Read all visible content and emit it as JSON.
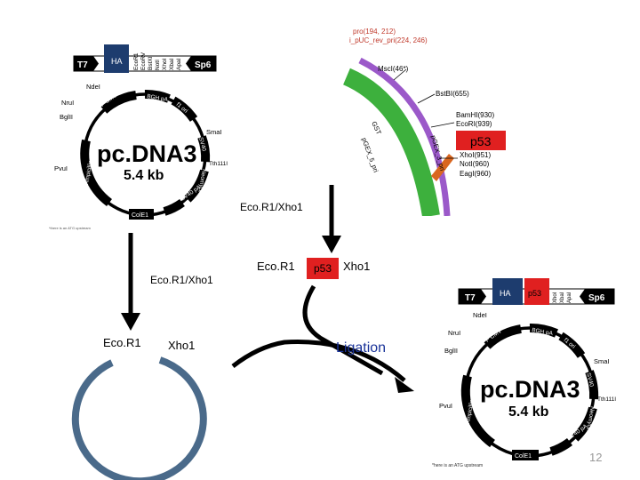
{
  "top_plasmid": {
    "name": "pc.DNA3",
    "size": "5.4 kb",
    "mcs_left": "T7",
    "mcs_tag": "HA",
    "mcs_right": "Sp6",
    "mcs_sites": [
      "EcoR1",
      "EcoRV",
      "BstXI",
      "NotI",
      "XhoI",
      "XbaI",
      "ApaI"
    ],
    "features": {
      "ndei": "NdeI",
      "nrui": "NruI",
      "bglii": "BglII",
      "pvui": "PvuI",
      "pcmv": "P CMV",
      "bgh": "BGH pA",
      "f1ori": "f1 ori",
      "sv40": "SV40",
      "smai": "SmaI",
      "neomycin": "Neomycin",
      "tth": "Tth111I",
      "sv40pa": "SV40 pA",
      "cole1": "ColE1",
      "ampicillin": "Ampicillin"
    },
    "footnote": "*there is an ATG upstream"
  },
  "insert_map": {
    "header_lines": [
      "pro(194, 212)",
      "i_pUC_rev_pri(224, 246)"
    ],
    "sites": [
      "MscI(46*)",
      "BstBI(655)",
      "BamHI(930)",
      "EcoRI(939)",
      "XhoI(951)",
      "NotI(960)",
      "EagI(960)"
    ],
    "gene_label": "p53",
    "arc_labels": [
      "GST",
      "pGEX_5_pri",
      "pGEX_3_pri"
    ]
  },
  "labels": {
    "digest_top": "Eco.R1/Xho1",
    "digest_left": "Eco.R1/Xho1",
    "insert_left": "Eco.R1",
    "insert_gene": "p53",
    "insert_right": "Xho1",
    "vector_left": "Eco.R1",
    "vector_right": "Xho1",
    "ligation": "Ligation"
  },
  "result_plasmid": {
    "name": "pc.DNA3",
    "size": "5.4 kb",
    "mcs_left": "T7",
    "mcs_tag": "HA",
    "mcs_insert": "p53",
    "mcs_right": "Sp6",
    "mcs_sites": [
      "XhoI",
      "XbaI",
      "ApaI"
    ],
    "features": {
      "ndei": "NdeI",
      "nrui": "NruI",
      "bglii": "BglII",
      "pvui": "PvuI",
      "pcmv": "P CMV",
      "bgh": "BGH pA",
      "f1ori": "f1 ori",
      "sv40": "SV40",
      "smai": "SmaI",
      "neomycin": "Neomycin",
      "tth": "Tth111I",
      "sv40pa": "SV40 pA",
      "cole1": "ColE1",
      "ampicillin": "Ampicillin"
    },
    "footnote": "*here is an ATG upstream"
  },
  "page_number": "12",
  "colors": {
    "ha_box": "#1d3c6e",
    "p53_red": "#e02020",
    "vector_arc": "#4a6a8a",
    "green_arc": "#3db03d",
    "purple_arc": "#9b59c9",
    "orange_mark": "#d9661f"
  }
}
